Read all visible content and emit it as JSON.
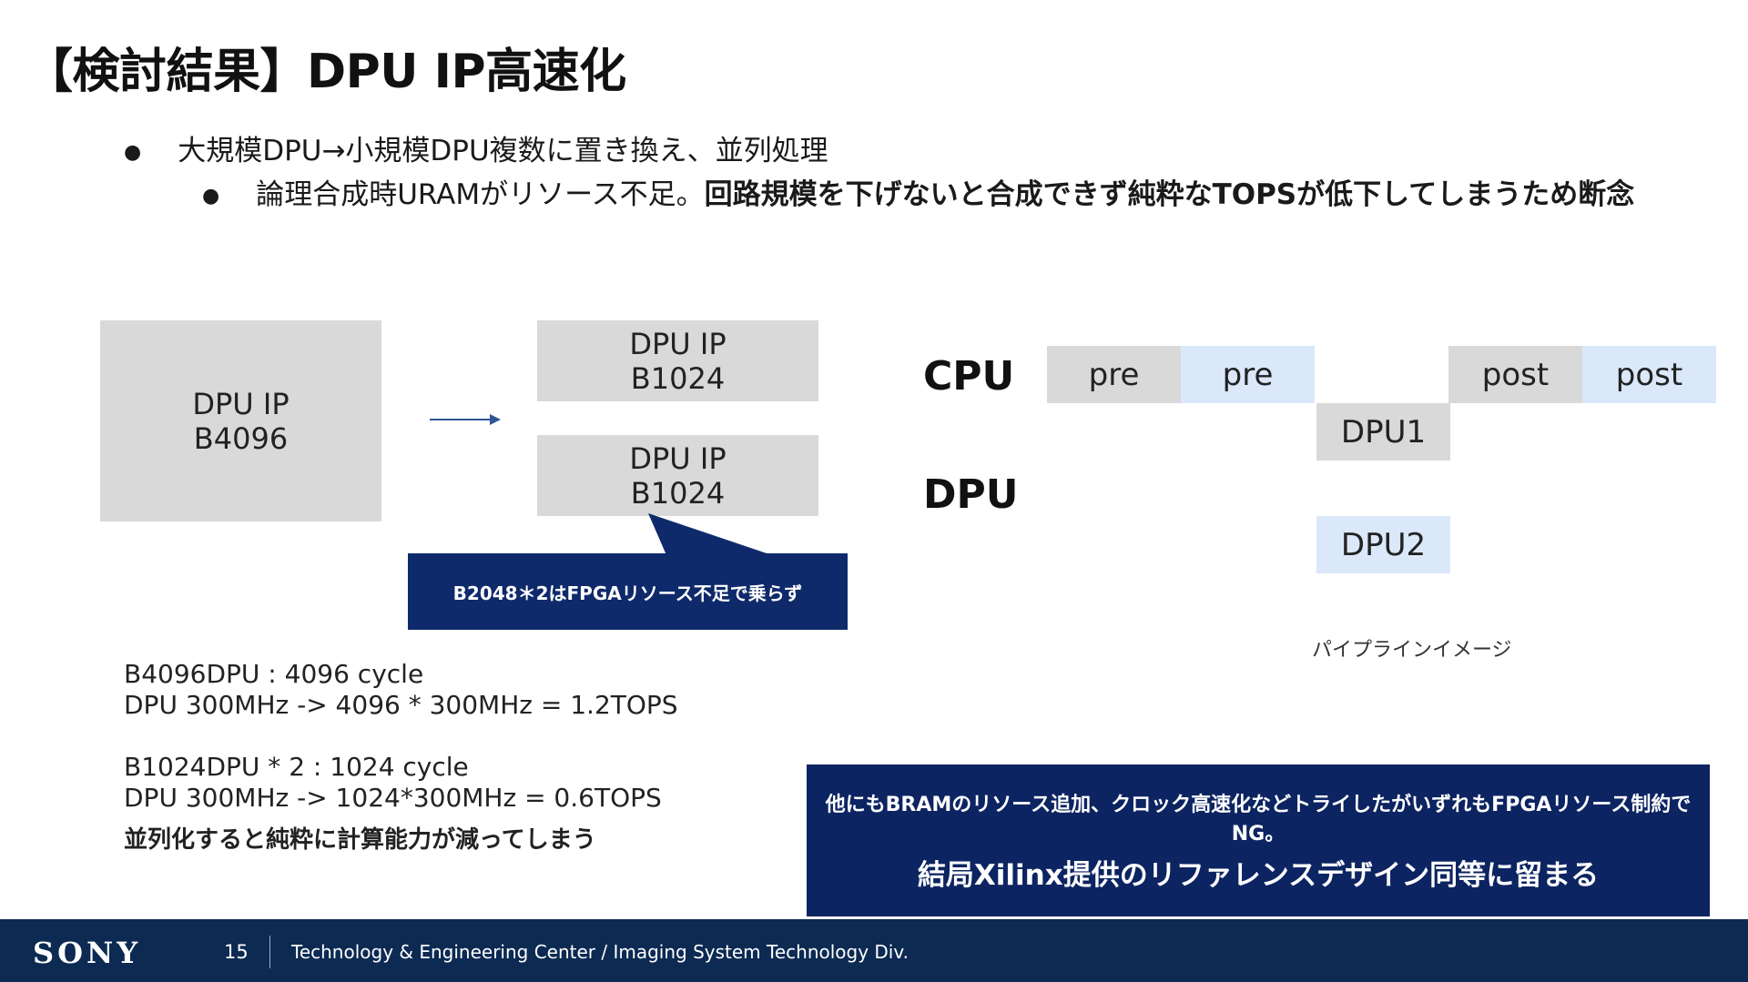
{
  "title": "【検討結果】DPU IP高速化",
  "bullets": {
    "b1": "大規模DPU→小規模DPU複数に置き換え、並列処理",
    "b2_normal": "論理合成時URAMがリソース不足。",
    "b2_bold": "回路規模を下げないと合成できず純粋なTOPSが低下してしまうため断念"
  },
  "diagram": {
    "big_box": {
      "line1": "DPU IP",
      "line2": "B4096"
    },
    "small_box1": {
      "line1": "DPU IP",
      "line2": "B1024"
    },
    "small_box2": {
      "line1": "DPU IP",
      "line2": "B1024"
    },
    "callout": "B2048＊2はFPGAリソース不足で乗らず"
  },
  "pipeline": {
    "cpu_label": "CPU",
    "dpu_label": "DPU",
    "cells": {
      "pre1": "pre",
      "pre2": "pre",
      "post1": "post",
      "post2": "post",
      "dpu1": "DPU1",
      "dpu2": "DPU2"
    },
    "caption": "パイプラインイメージ"
  },
  "calc": {
    "l1": "B4096DPU : 4096 cycle",
    "l2": "DPU 300MHz -> 4096 * 300MHz = 1.2TOPS",
    "l3": "B1024DPU * 2 : 1024 cycle",
    "l4": "DPU 300MHz -> 1024*300MHz = 0.6TOPS",
    "conclusion": "並列化すると純粋に計算能力が減ってしまう"
  },
  "summary": {
    "line1": "他にもBRAMのリソース追加、クロック高速化などトライしたがいずれもFPGAリソース制約でNG。",
    "line2": "結局Xilinx提供のリファレンスデザイン同等に留まる"
  },
  "footer": {
    "logo": "SONY",
    "page": "15",
    "text": "Technology & Engineering Center / Imaging System Technology Div."
  },
  "colors": {
    "navy": "#0c2461",
    "footer": "#0c2a52",
    "gray": "#d9d9d9",
    "light_blue": "#dae8fa",
    "arrow": "#2f5597"
  }
}
